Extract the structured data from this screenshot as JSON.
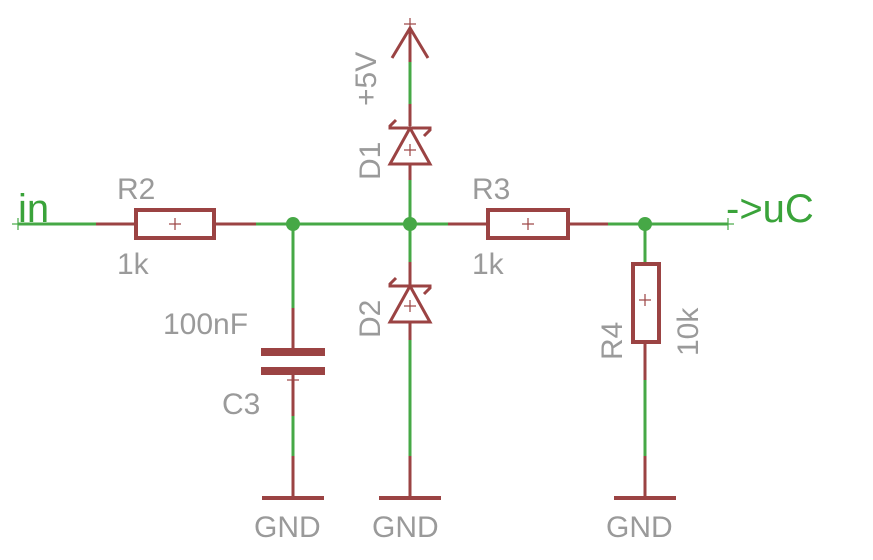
{
  "nets": {
    "input": "in",
    "output": "->uC"
  },
  "supply": {
    "label": "+5V"
  },
  "components": {
    "R2": {
      "name": "R2",
      "value": "1k"
    },
    "R3": {
      "name": "R3",
      "value": "1k"
    },
    "R4": {
      "name": "R4",
      "value": "10k"
    },
    "C3": {
      "name": "C3",
      "value": "100nF"
    },
    "D1": {
      "name": "D1"
    },
    "D2": {
      "name": "D2"
    }
  },
  "grounds": {
    "gnd1": "GND",
    "gnd2": "GND",
    "gnd3": "GND"
  },
  "colors": {
    "wire": "#46a846",
    "component": "#9b4343",
    "label": "#9a9a9a",
    "net_label": "#3aa33a",
    "background": "#ffffff"
  }
}
